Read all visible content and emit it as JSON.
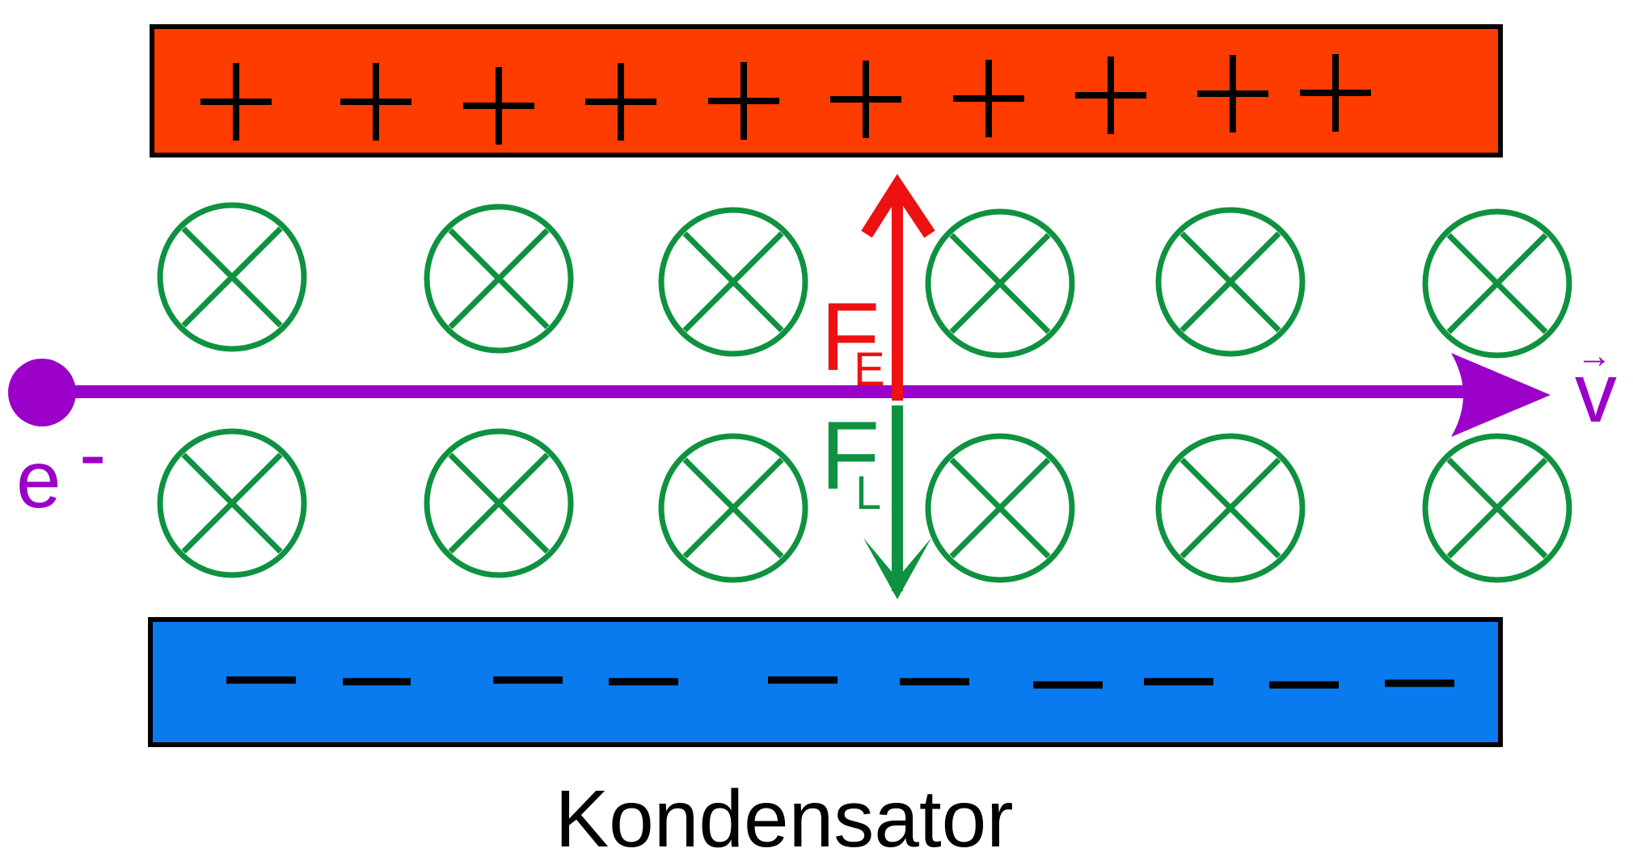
{
  "caption": "Kondensator",
  "plates": {
    "top": {
      "color": "#ff3c00",
      "symbol": "+",
      "count": 10
    },
    "bottom": {
      "color": "#0a7aef",
      "symbol": "−",
      "count": 10
    }
  },
  "magnetic_field": {
    "symbol": "into-page-cross-circle",
    "color": "#0f9240",
    "rows": 2,
    "per_row": 6
  },
  "electron": {
    "label": "e",
    "charge": "-",
    "color": "#9a00c8"
  },
  "velocity": {
    "label": "v",
    "arrow": "→",
    "color": "#9a00c8"
  },
  "forces": {
    "electric": {
      "main": "F",
      "sub": "E",
      "color": "#ee1111",
      "direction": "up"
    },
    "lorentz": {
      "main": "F",
      "sub": "L",
      "color": "#0f9240",
      "direction": "down"
    }
  }
}
